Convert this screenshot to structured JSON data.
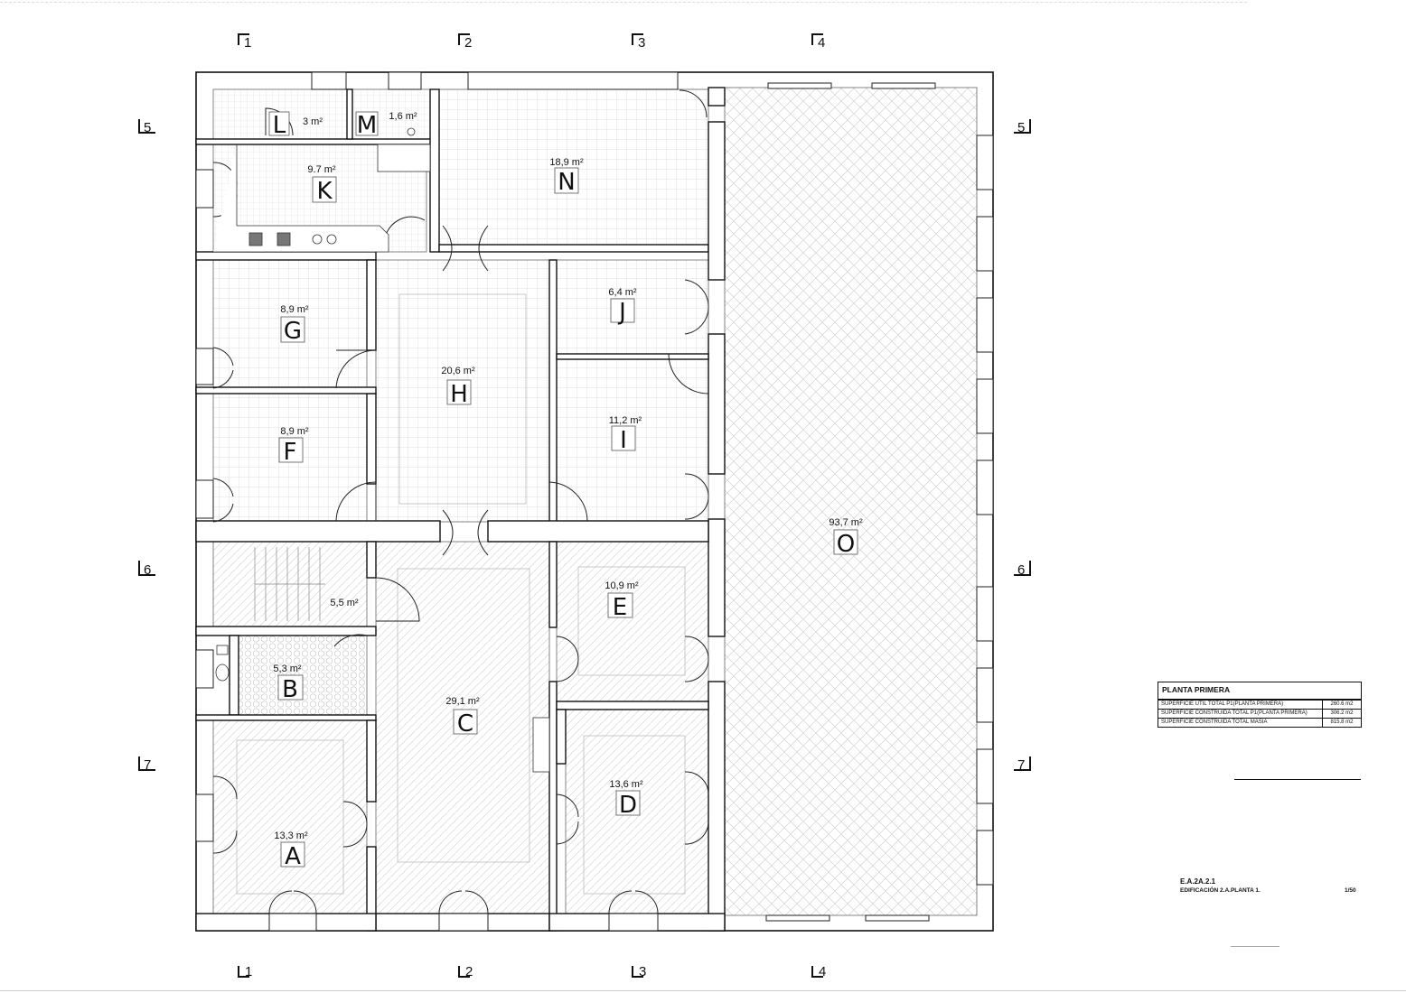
{
  "grid_axes": [
    {
      "id": "top-1",
      "label": "1"
    },
    {
      "id": "top-2",
      "label": "2"
    },
    {
      "id": "top-3",
      "label": "3"
    },
    {
      "id": "top-4",
      "label": "4"
    },
    {
      "id": "bot-1",
      "label": "1"
    },
    {
      "id": "bot-2",
      "label": "2"
    },
    {
      "id": "bot-3",
      "label": "3"
    },
    {
      "id": "bot-4",
      "label": "4"
    },
    {
      "id": "left-5",
      "label": "5"
    },
    {
      "id": "left-6",
      "label": "6"
    },
    {
      "id": "left-7",
      "label": "7"
    },
    {
      "id": "right-5",
      "label": "5"
    },
    {
      "id": "right-6",
      "label": "6"
    },
    {
      "id": "right-7",
      "label": "7"
    }
  ],
  "rooms": [
    {
      "letter": "L",
      "area": "3 m²"
    },
    {
      "letter": "M",
      "area": "1,6 m²"
    },
    {
      "letter": "K",
      "area": "9.7 m²"
    },
    {
      "letter": "N",
      "area": "18,9 m²"
    },
    {
      "letter": "G",
      "area": "8,9 m²"
    },
    {
      "letter": "J",
      "area": "6,4 m²"
    },
    {
      "letter": "H",
      "area": "20,6 m²"
    },
    {
      "letter": "F",
      "area": "8,9 m²"
    },
    {
      "letter": "I",
      "area": "11,2 m²"
    },
    {
      "letter": "O",
      "area": "93,7 m²"
    },
    {
      "letter": "",
      "area": "5,5 m²"
    },
    {
      "letter": "E",
      "area": "10,9 m²"
    },
    {
      "letter": "B",
      "area": "5,3 m²"
    },
    {
      "letter": "C",
      "area": "29,1 m²"
    },
    {
      "letter": "D",
      "area": "13,6 m²"
    },
    {
      "letter": "A",
      "area": "13,3 m²"
    }
  ],
  "summary": {
    "title": "PLANTA PRIMERA",
    "rows": [
      {
        "label": "SUPERFICIE UTIL TOTAL P1(PLANTA PRIMERA)",
        "value": "260.6 m2"
      },
      {
        "label": "SUPERFICIE CONSTRUIDA TOTAL P1(PLANTA PRIMERA)",
        "value": "306.2 m2"
      },
      {
        "label": "SUPERFICIE CONSTRUIDA TOTAL MASIA",
        "value": "815.8 m2"
      }
    ]
  },
  "drawing": {
    "code": "E.A.2A.2.1",
    "subtitle": "EDIFICACIÓN 2.A.PLANTA 1.",
    "scale": "1/50"
  },
  "colors": {
    "line": "#111111",
    "tile": "#d6d6d6",
    "background": "#ffffff"
  }
}
